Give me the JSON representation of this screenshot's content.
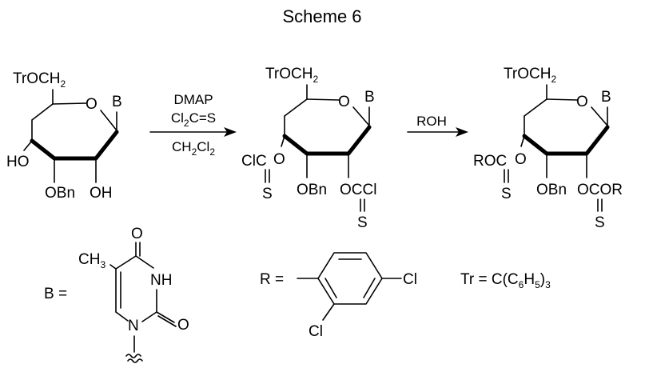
{
  "title": "Scheme 6",
  "molecules": {
    "start": {
      "trityloxy": "TrOCH2",
      "ring_o": "O",
      "base": "B",
      "ho3": "HO",
      "obn": "OBn",
      "oh2": "OH"
    },
    "intermediate": {
      "trityloxy": "TrOCH2",
      "ring_o": "O",
      "base": "B",
      "o3": "O",
      "clc": "ClC",
      "s1": "S",
      "obn": "OBn",
      "occl": "OCCl",
      "s2": "S"
    },
    "product": {
      "trityloxy": "TrOCH2",
      "ring_o": "O",
      "base": "B",
      "o3": "O",
      "roc": "ROC",
      "s1": "S",
      "obn": "OBn",
      "ocor": "OCOR",
      "s2": "S"
    }
  },
  "arrows": {
    "step1": {
      "reagent1": "DMAP",
      "reagent2": "Cl2C=S",
      "solvent": "CH2Cl2"
    },
    "step2": {
      "reagent": "ROH"
    }
  },
  "definitions": {
    "b_label": "B =",
    "b_ch3": "CH3",
    "b_o_top": "O",
    "b_nh": "NH",
    "b_o_right": "O",
    "b_n": "N",
    "r_label": "R =",
    "r_cl_right": "Cl",
    "r_cl_bottom": "Cl",
    "tr_definition": "Tr = C(C6H5)3"
  }
}
